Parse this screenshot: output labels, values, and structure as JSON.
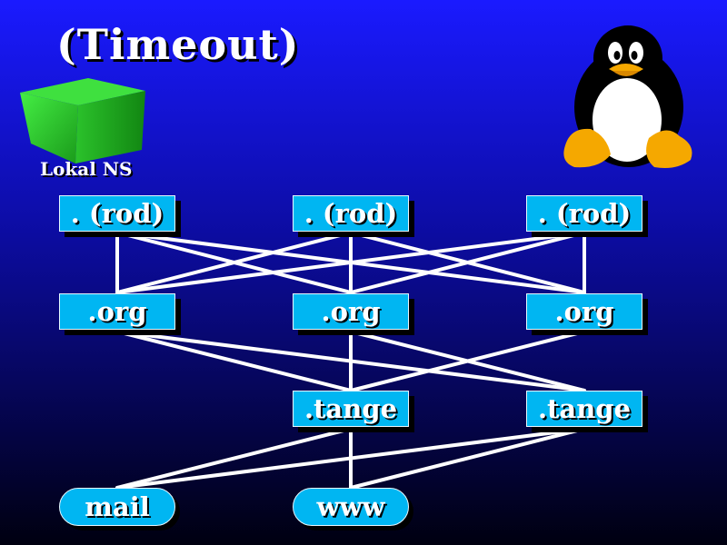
{
  "slide": {
    "title": "(Timeout)",
    "local_ns_label": "Lokal NS"
  },
  "nodes": {
    "root_1": ". (rod)",
    "root_2": ". (rod)",
    "root_3": ". (rod)",
    "org_1": ".org",
    "org_2": ".org",
    "org_3": ".org",
    "tange_1": ".tange",
    "tange_2": ".tange",
    "mail": "mail",
    "www": "www"
  },
  "colors": {
    "node_fill": "#00b6f2",
    "cube": "#22c022",
    "edge": "#ffffff"
  },
  "icons": [
    "green-cube-icon",
    "tux-penguin-icon"
  ]
}
